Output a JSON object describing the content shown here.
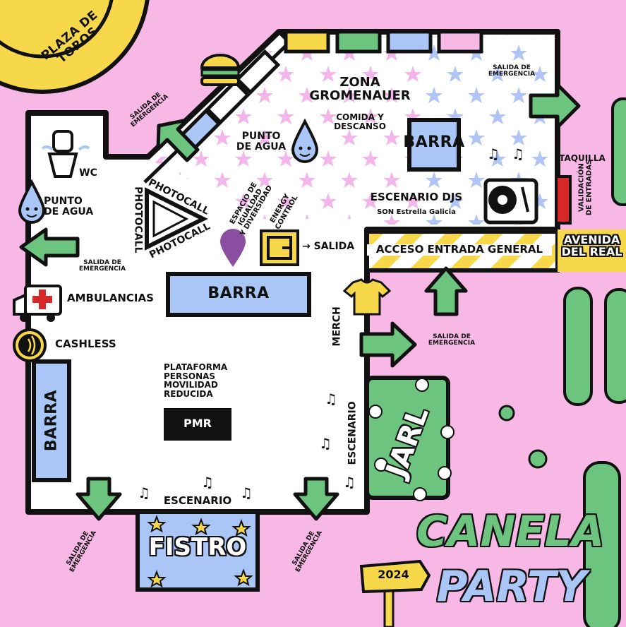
{
  "map": {
    "bullring": "PLAZA DE TOROS",
    "zona": {
      "title": "ZONA\nGROMENAUER",
      "subtitle": "COMIDA Y\nDESCANSO"
    },
    "barra_zona": "BARRA",
    "barra_main": "BARRA",
    "barra_left": "BARRA",
    "escenario_djs": "ESCENARIO DJS",
    "sponsor": "SON Estrella Galicia",
    "punto_agua_1": "PUNTO\nDE AGUA",
    "punto_agua_2": "PUNTO\nDE AGUA",
    "wc": "WC",
    "photocall": "PHOTOCALL",
    "espacio": "ESPACIO DE\nIGUALDAD\nY DIVERSIDAD",
    "energy": "ENERGY\nCONTROL",
    "salida": "→ SALIDA",
    "acceso": "ACCESO ENTRADA GENERAL",
    "avenida": "AVENIDA\nDEL REAL",
    "taquilla": "TAQUILLA",
    "validacion": "VALIDACIÓN\nDE ENTRADAS",
    "ambulancias": "AMBULANCIAS",
    "cashless": "CASHLESS",
    "plataforma": "PLATAFORMA\nPERSONAS\nMOVILIDAD\nREDUCIDA",
    "pmr": "PMR",
    "merch": "MERCH",
    "escenario_v": "ESCENARIO",
    "escenario_h": "ESCENARIO",
    "fistro": "FISTRO",
    "jarl": "JARL",
    "salida_emergencia": "SALIDA DE\nEMERGENCIA",
    "event": {
      "line1": "CANELA",
      "line2": "PARTY",
      "year": "2024"
    }
  },
  "colors": {
    "background": "#f7b8e6",
    "blue": "#a9c6f6",
    "green": "#6cc47f",
    "yellow": "#f6d84a",
    "purple": "#8a4fa0",
    "red": "#d62828",
    "dark": "#111111"
  }
}
